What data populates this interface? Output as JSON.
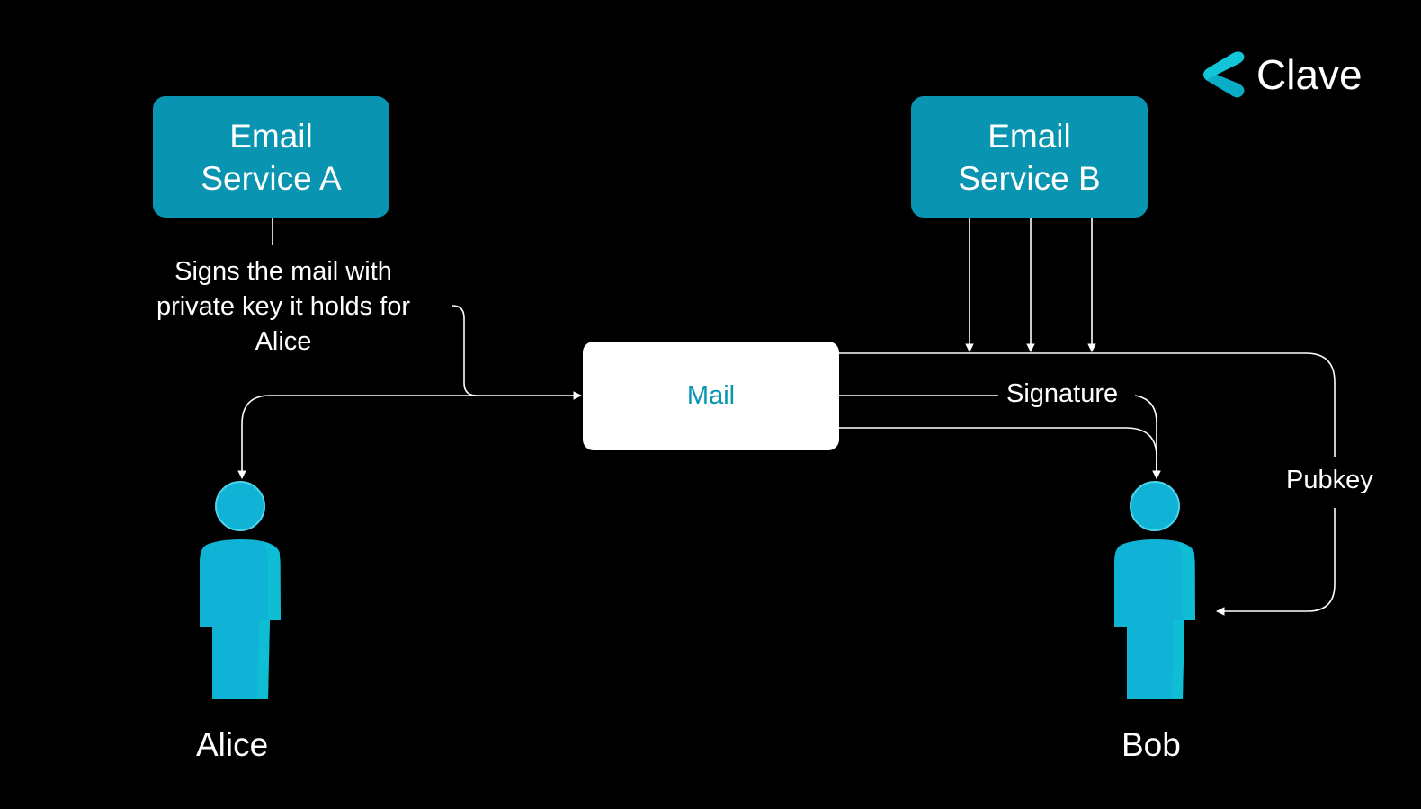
{
  "brand": {
    "name": "Clave",
    "icon": "clave-logo-icon",
    "color": "#12c6d8"
  },
  "colors": {
    "background": "#000000",
    "service_box": "#0994b1",
    "mail_text": "#0994b1",
    "person": "#10b3d6",
    "connector": "#ffffff"
  },
  "services": {
    "a": {
      "line1": "Email",
      "line2": "Service A"
    },
    "b": {
      "line1": "Email",
      "line2": "Service B"
    }
  },
  "mail": {
    "label": "Mail"
  },
  "notes": {
    "signing": "Signs the mail with private key it holds for Alice"
  },
  "edge_labels": {
    "signature": "Signature",
    "pubkey": "Pubkey"
  },
  "people": {
    "alice": {
      "name": "Alice",
      "icon": "person-icon"
    },
    "bob": {
      "name": "Bob",
      "icon": "person-icon"
    }
  }
}
